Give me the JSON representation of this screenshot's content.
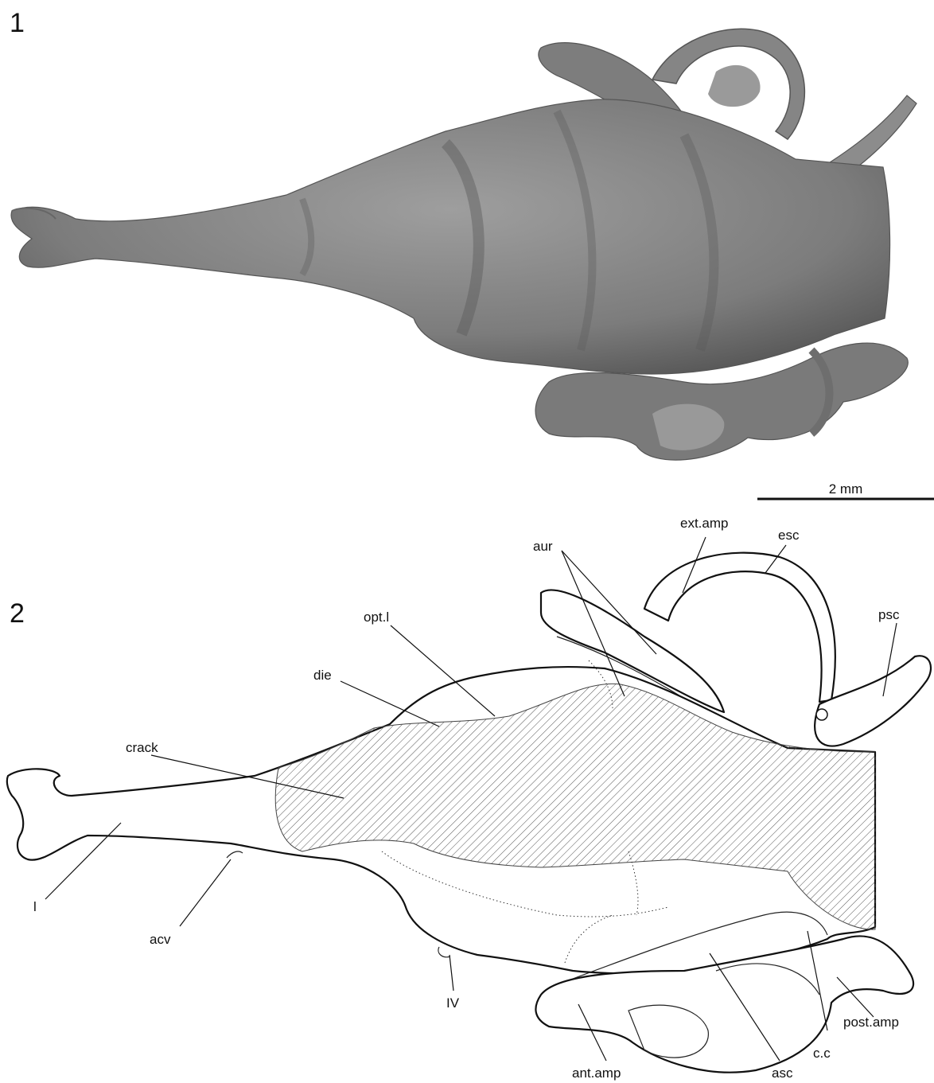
{
  "panels": [
    {
      "id": "1",
      "label": "1"
    },
    {
      "id": "2",
      "label": "2"
    }
  ],
  "scale_bar": {
    "label": "2 mm"
  },
  "labels": {
    "ext_amp": "ext.amp",
    "esc": "esc",
    "aur": "aur",
    "opt_l": "opt.l",
    "psc": "psc",
    "die": "die",
    "crack": "crack",
    "l": "l",
    "acv": "acv",
    "iv": "IV",
    "post_amp": "post.amp",
    "c_c": "c.c",
    "ant_amp": "ant.amp",
    "asc": "asc"
  },
  "colors": {
    "render_fill": "#8a8a8a",
    "render_dark": "#5e5e5e",
    "render_light": "#b4b4b4",
    "line": "#111111",
    "hatch": "#555555"
  }
}
